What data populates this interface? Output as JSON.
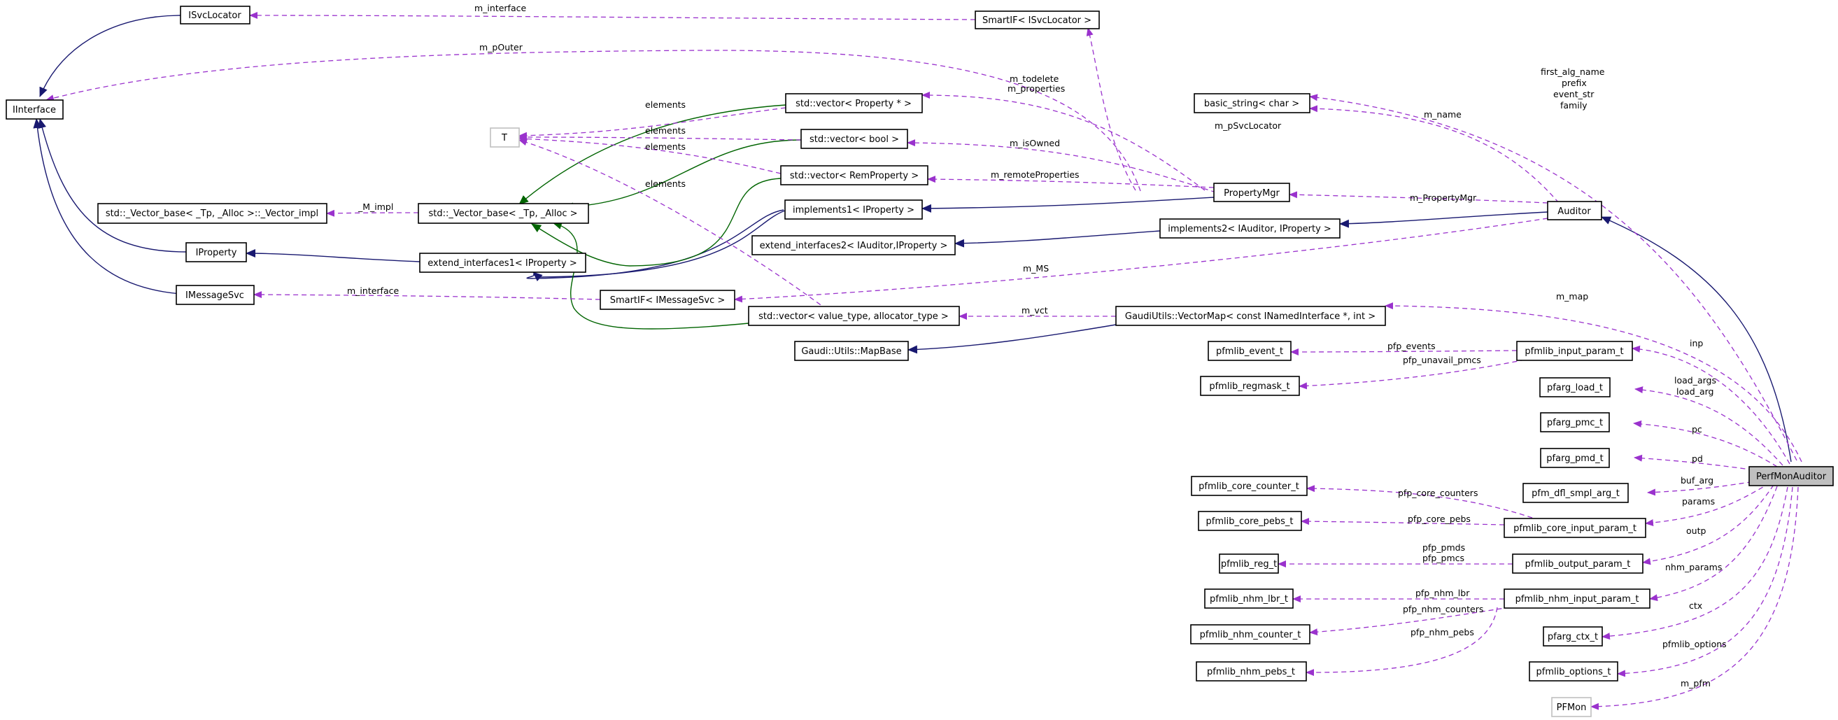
{
  "nodes": {
    "isvclocator": "ISvcLocator",
    "iinterface": "IInterface",
    "smartif_isvc": "SmartIF< ISvcLocator >",
    "t": "T",
    "vec_prop": "std::vector< Property * >",
    "vec_bool": "std::vector< bool >",
    "vec_remprop": "std::vector< RemProperty >",
    "basic_string": "basic_string< char >",
    "vector_impl": "std::_Vector_base< _Tp, _Alloc >::_Vector_impl",
    "vector_base": "std::_Vector_base< _Tp, _Alloc >",
    "iproperty": "IProperty",
    "ext_if1": "extend_interfaces1< IProperty >",
    "impl1": "implements1< IProperty >",
    "ext_if2": "extend_interfaces2< IAuditor,IProperty >",
    "propmgr": "PropertyMgr",
    "impl2": "implements2< IAuditor, IProperty >",
    "auditor": "Auditor",
    "imessagesvc": "IMessageSvc",
    "smartif_msg": "SmartIF< IMessageSvc >",
    "vec_value": "std::vector< value_type, allocator_type >",
    "vectormap": "GaudiUtils::VectorMap< const INamedInterface *, int >",
    "mapbase": "Gaudi::Utils::MapBase",
    "pfm_event": "pfmlib_event_t",
    "pfm_input": "pfmlib_input_param_t",
    "pfm_regmask": "pfmlib_regmask_t",
    "pfarg_load": "pfarg_load_t",
    "pfarg_pmc": "pfarg_pmc_t",
    "pfarg_pmd": "pfarg_pmd_t",
    "perfmon": "PerfMonAuditor",
    "pfm_dfl": "pfm_dfl_smpl_arg_t",
    "pfm_core_counter": "pfmlib_core_counter_t",
    "pfm_core_input": "pfmlib_core_input_param_t",
    "pfm_core_pebs": "pfmlib_core_pebs_t",
    "pfm_reg": "pfmlib_reg_t",
    "pfm_output": "pfmlib_output_param_t",
    "pfm_nhm_lbr": "pfmlib_nhm_lbr_t",
    "pfm_nhm_input": "pfmlib_nhm_input_param_t",
    "pfm_nhm_counter": "pfmlib_nhm_counter_t",
    "pfm_nhm_pebs": "pfmlib_nhm_pebs_t",
    "pfarg_ctx": "pfarg_ctx_t",
    "pfm_options": "pfmlib_options_t",
    "pfmon": "PFMon"
  },
  "edge_labels": {
    "m_interface_isvc": "m_interface",
    "m_pouter": "m_pOuter",
    "first_alg_name": "first_alg_name",
    "prefix": "prefix",
    "event_str": "event_str",
    "family": "family",
    "m_todelete": "m_todelete",
    "m_properties": "m_properties",
    "elements_1": "elements",
    "elements_2": "elements",
    "elements_3": "elements",
    "elements_4": "elements",
    "m_psvclocator": "m_pSvcLocator",
    "m_name": "m_name",
    "m_isowned": "m_isOwned",
    "m_remoteproperties": "m_remoteProperties",
    "m_propertymgr": "m_PropertyMgr",
    "m_impl": "_M_impl",
    "m_ms": "m_MS",
    "m_interface_msg": "m_interface",
    "m_map": "m_map",
    "m_vct": "m_vct",
    "pfp_events": "pfp_events",
    "pfp_unavail_pmcs": "pfp_unavail_pmcs",
    "inp": "inp",
    "load_args": "load_args",
    "load_arg": "load_arg",
    "pc": "pc",
    "pd": "pd",
    "buf_arg": "buf_arg",
    "params": "params",
    "pfp_core_counters": "pfp_core_counters",
    "pfp_core_pebs": "pfp_core_pebs",
    "outp": "outp",
    "pfp_pmds": "pfp_pmds",
    "pfp_pmcs": "pfp_pmcs",
    "nhm_params": "nhm_params",
    "pfp_nhm_lbr": "pfp_nhm_lbr",
    "pfp_nhm_counters": "pfp_nhm_counters",
    "pfp_nhm_pebs": "pfp_nhm_pebs",
    "ctx": "ctx",
    "pfmlib_options": "pfmlib_options",
    "m_pfm": "m_pfm"
  },
  "colors": {
    "usage_edge": "#9a32cd",
    "public_inheritance": "#191970",
    "template_instance": "#006400",
    "highlight_node": "#bfbfbf",
    "ghost_border": "#bfbfbf"
  }
}
